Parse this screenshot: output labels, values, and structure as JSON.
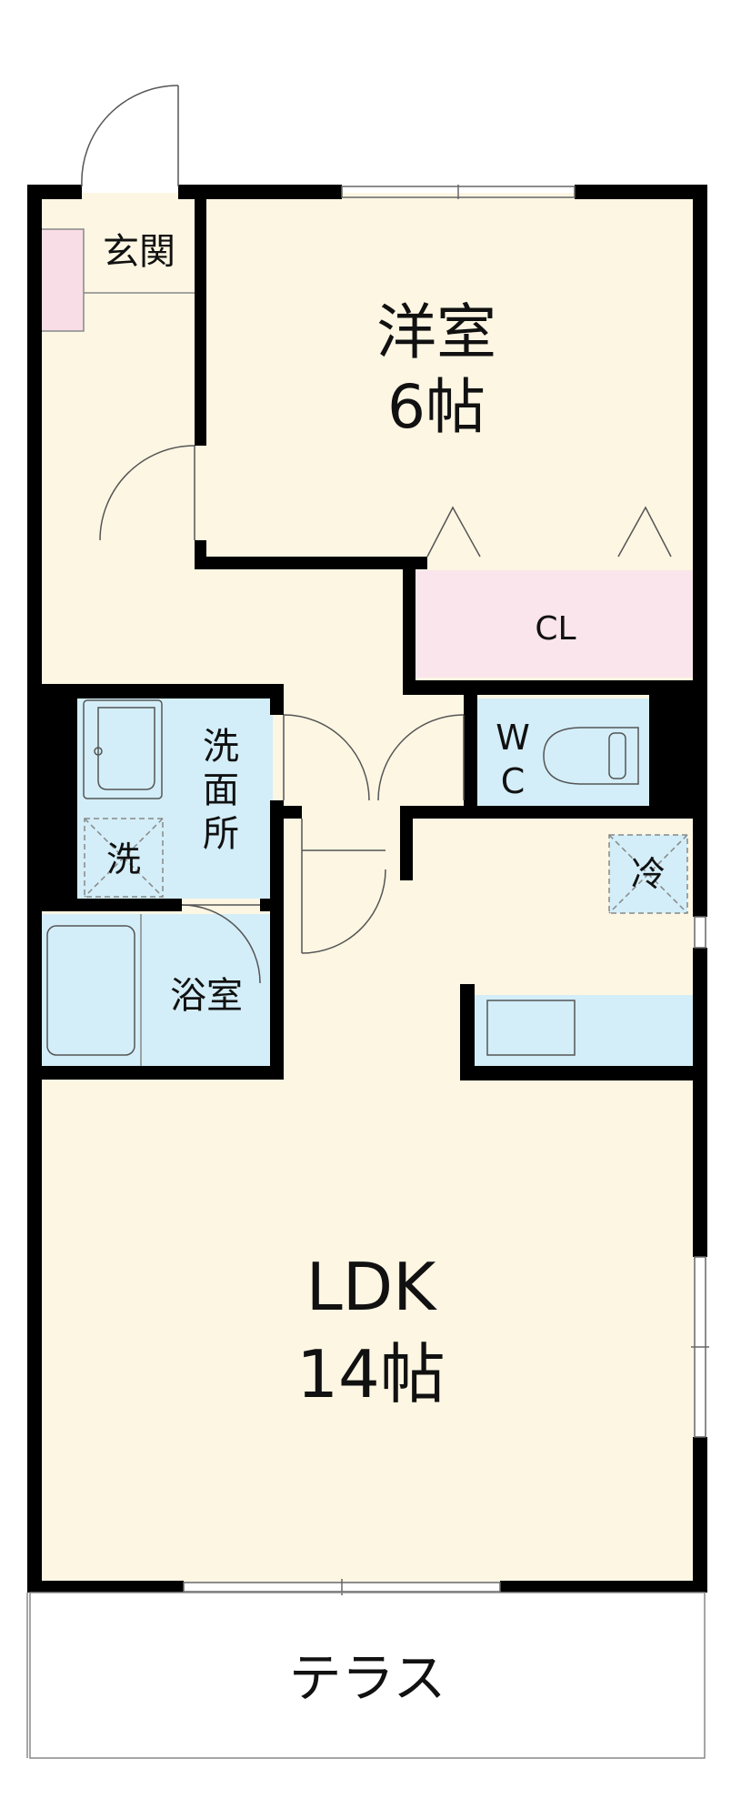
{
  "colors": {
    "floor": "#fdf6e3",
    "wet_area": "#d3eef8",
    "closet": "#fbe5ec",
    "entrance_shelf": "#f8dde6",
    "wall": "#000000",
    "line": "#888888"
  },
  "rooms": {
    "western_room": {
      "name": "洋室",
      "size": "6帖"
    },
    "ldk": {
      "name": "LDK",
      "size": "14帖"
    },
    "entrance": {
      "name": "玄関"
    },
    "closet": {
      "name": "CL"
    },
    "toilet": {
      "name_top": "W",
      "name_bottom": "C"
    },
    "washroom": {
      "name_1": "洗",
      "name_2": "面",
      "name_3": "所"
    },
    "washer": {
      "name": "洗"
    },
    "bathroom": {
      "name": "浴室"
    },
    "fridge": {
      "name": "冷"
    },
    "terrace": {
      "name": "テラス"
    }
  }
}
